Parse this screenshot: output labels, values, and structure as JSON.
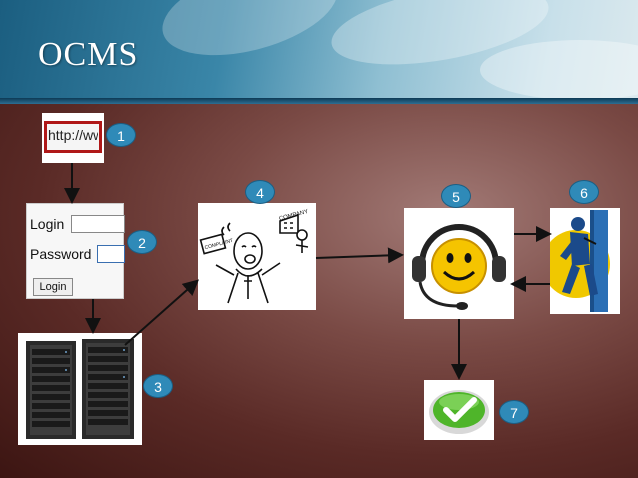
{
  "header": {
    "title": "OCMS"
  },
  "steps": {
    "s1": {
      "number": "1"
    },
    "s2": {
      "number": "2"
    },
    "s3": {
      "number": "3"
    },
    "s4": {
      "number": "4"
    },
    "s5": {
      "number": "5"
    },
    "s6": {
      "number": "6"
    },
    "s7": {
      "number": "7"
    }
  },
  "browser": {
    "url_text": "http://www."
  },
  "login_form": {
    "login_label": "Login",
    "password_label": "Password",
    "button_label": "Login"
  },
  "complaint_image": {
    "company_sign": "COMPANY",
    "envelope_text": "COMPLAINT"
  },
  "colors": {
    "badge": "#2f8ab8",
    "arrow": "#111111",
    "header_band": "#1b5e80",
    "background": "#6e3c38"
  }
}
